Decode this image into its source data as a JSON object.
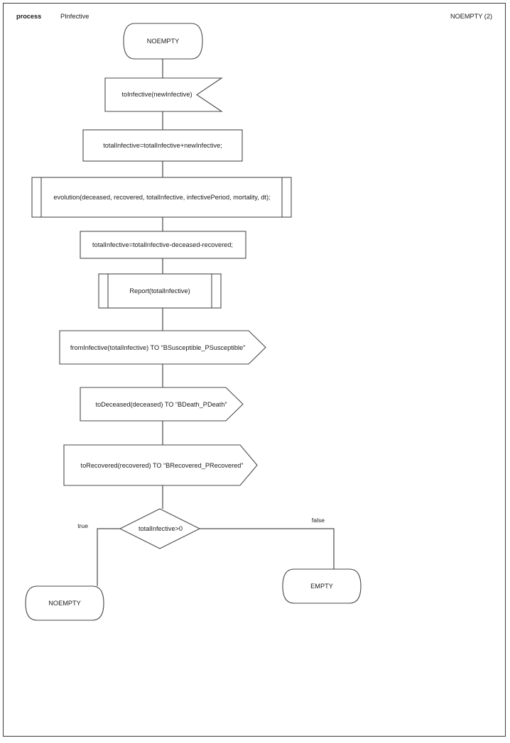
{
  "header": {
    "left_kind": "process",
    "left_name": "PInfective",
    "right_state": "NOEMPTY (2)"
  },
  "diagram": {
    "type": "flowchart",
    "nodes": [
      {
        "id": "start",
        "shape": "terminator",
        "label": "NOEMPTY"
      },
      {
        "id": "receive",
        "shape": "receive-message",
        "label": "toInfective(newInfective)"
      },
      {
        "id": "assign1",
        "shape": "process",
        "label": "totalInfective=totalInfective+newInfective;"
      },
      {
        "id": "evolution",
        "shape": "predefined-process",
        "label": "evolution(deceased, recovered, totalInfective, infectivePeriod, mortality, dt);"
      },
      {
        "id": "assign2",
        "shape": "process",
        "label": "totalInfective=totalInfective-deceased-recovered;"
      },
      {
        "id": "report",
        "shape": "predefined-process",
        "label": "Report(totalInfective)"
      },
      {
        "id": "send1",
        "shape": "send-message",
        "label": "fromInfective(totalInfective) TO “BSusceptible_PSusceptible”"
      },
      {
        "id": "send2",
        "shape": "send-message",
        "label": "toDeceased(deceased) TO “BDeath_PDeath”"
      },
      {
        "id": "send3",
        "shape": "send-message",
        "label": "toRecovered(recovered) TO “BRecovered_PRecovered”"
      },
      {
        "id": "decision",
        "shape": "decision",
        "label": "totalInfective>0"
      },
      {
        "id": "end_noempty",
        "shape": "terminator",
        "label": "NOEMPTY"
      },
      {
        "id": "end_empty",
        "shape": "terminator",
        "label": "EMPTY"
      }
    ],
    "edges": [
      {
        "from": "start",
        "to": "receive",
        "label": ""
      },
      {
        "from": "receive",
        "to": "assign1",
        "label": ""
      },
      {
        "from": "assign1",
        "to": "evolution",
        "label": ""
      },
      {
        "from": "evolution",
        "to": "assign2",
        "label": ""
      },
      {
        "from": "assign2",
        "to": "report",
        "label": ""
      },
      {
        "from": "report",
        "to": "send1",
        "label": ""
      },
      {
        "from": "send1",
        "to": "send2",
        "label": ""
      },
      {
        "from": "send2",
        "to": "send3",
        "label": ""
      },
      {
        "from": "send3",
        "to": "decision",
        "label": ""
      },
      {
        "from": "decision",
        "to": "end_noempty",
        "label": "true"
      },
      {
        "from": "decision",
        "to": "end_empty",
        "label": "false"
      }
    ],
    "edge_labels": {
      "true": "true",
      "false": "false"
    }
  },
  "colors": {
    "stroke": "#4a4a4a",
    "page_border": "#3a3a3a",
    "text": "#1a1a1a",
    "background": "#ffffff"
  }
}
